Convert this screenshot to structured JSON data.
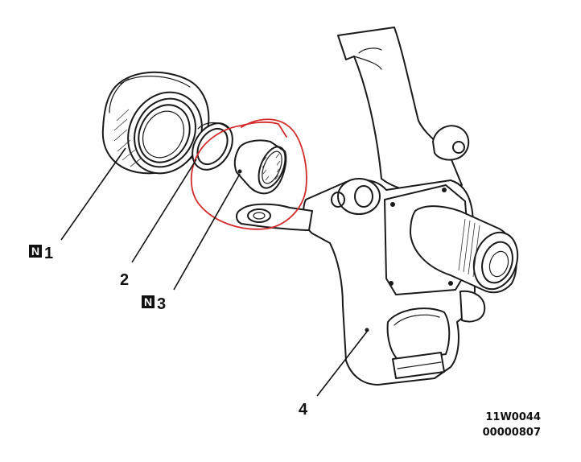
{
  "diagram": {
    "parts": [
      {
        "number": "1",
        "badge": "N"
      },
      {
        "number": "2",
        "badge": ""
      },
      {
        "number": "3",
        "badge": "N"
      },
      {
        "number": "4",
        "badge": ""
      }
    ],
    "codes": [
      "11W0044",
      "00000807"
    ],
    "highlight_color": "#d42a2a",
    "line_color": "#1a1a1a"
  }
}
